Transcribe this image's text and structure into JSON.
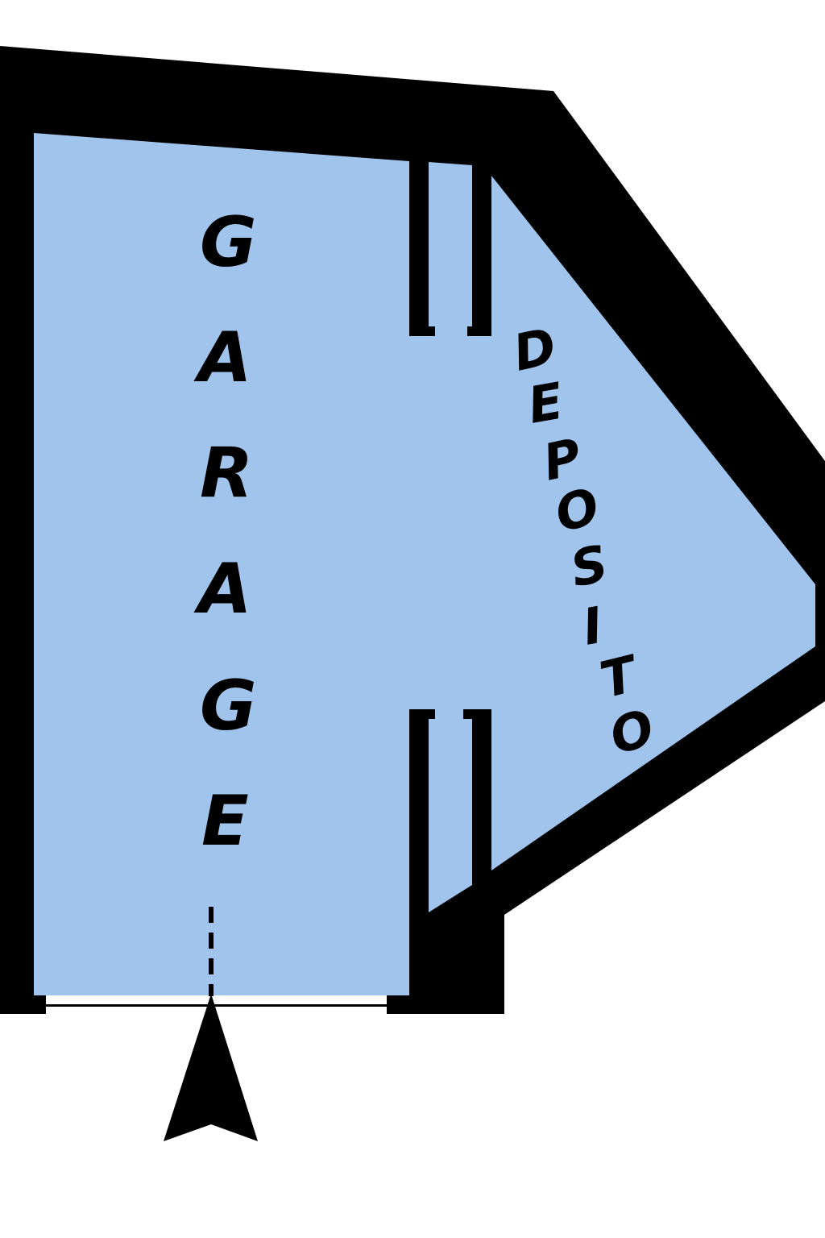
{
  "colors": {
    "room_fill": "#a0c4eb",
    "wall": "#000000",
    "background": "#ffffff"
  },
  "rooms": {
    "garage": {
      "label": "GARAGE",
      "letters": [
        "G",
        "A",
        "R",
        "A",
        "G",
        "E"
      ]
    },
    "deposito": {
      "label": "DEPOSITO",
      "letters": [
        "D",
        "E",
        "P",
        "O",
        "S",
        "I",
        "T",
        "O"
      ]
    }
  },
  "entrance": {
    "icon": "arrow-up-icon"
  }
}
